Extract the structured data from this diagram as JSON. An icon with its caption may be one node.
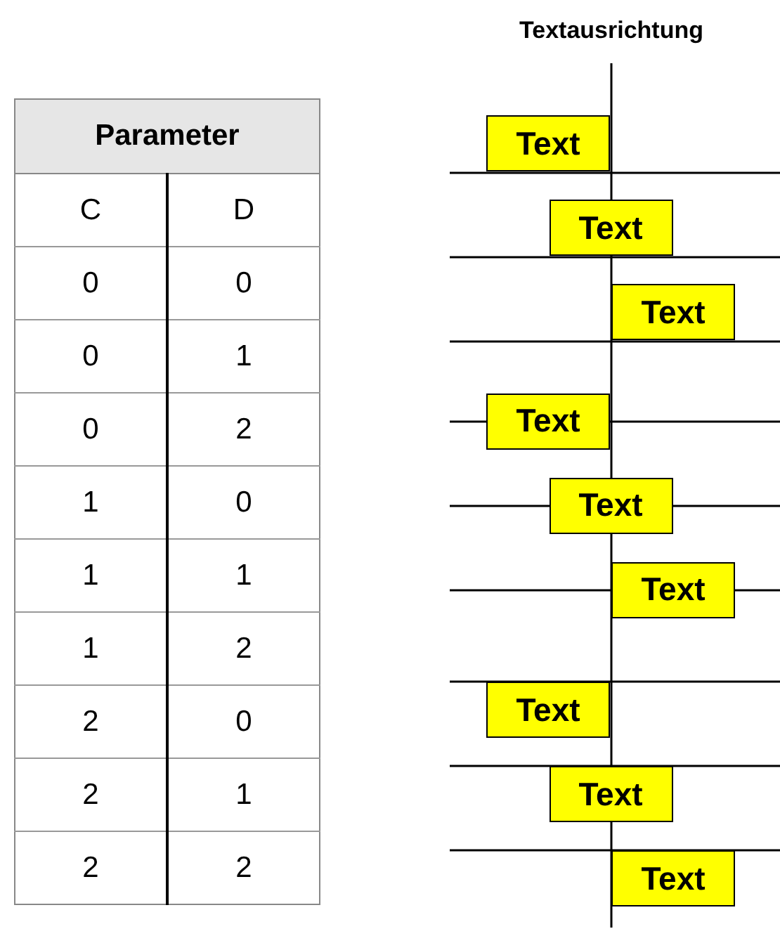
{
  "diagram": {
    "title": "Textausrichtung",
    "nodes": [
      {
        "text": [
          "Text"
        ]
      },
      {
        "text": [
          "Text"
        ]
      },
      {
        "text": [
          "Text"
        ]
      },
      {
        "text": [
          "Text"
        ]
      },
      {
        "text": [
          "Text"
        ]
      },
      {
        "text": [
          "Text"
        ]
      },
      {
        "text": [
          "Text"
        ]
      },
      {
        "text": [
          "Text"
        ]
      },
      {
        "text": [
          "Text"
        ]
      }
    ],
    "labels": [
      "Parameter",
      "C",
      "D",
      "0",
      "0",
      "0",
      "1",
      "0",
      "2",
      "1",
      "0",
      "1",
      "1",
      "1",
      "2",
      "2",
      "0",
      "2",
      "1",
      "2",
      "2"
    ]
  }
}
